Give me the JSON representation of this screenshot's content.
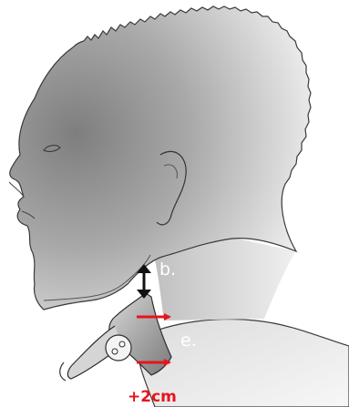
{
  "annotations": {
    "gap_label": "b.",
    "collar_label": "e.",
    "adjustment_label": "+2cm"
  },
  "colors": {
    "skin_dark": "#8c8c8c",
    "skin_light": "#eeeeee",
    "outline": "#3a3a3a",
    "arrow_red": "#e8141c",
    "arrow_black": "#111111"
  }
}
